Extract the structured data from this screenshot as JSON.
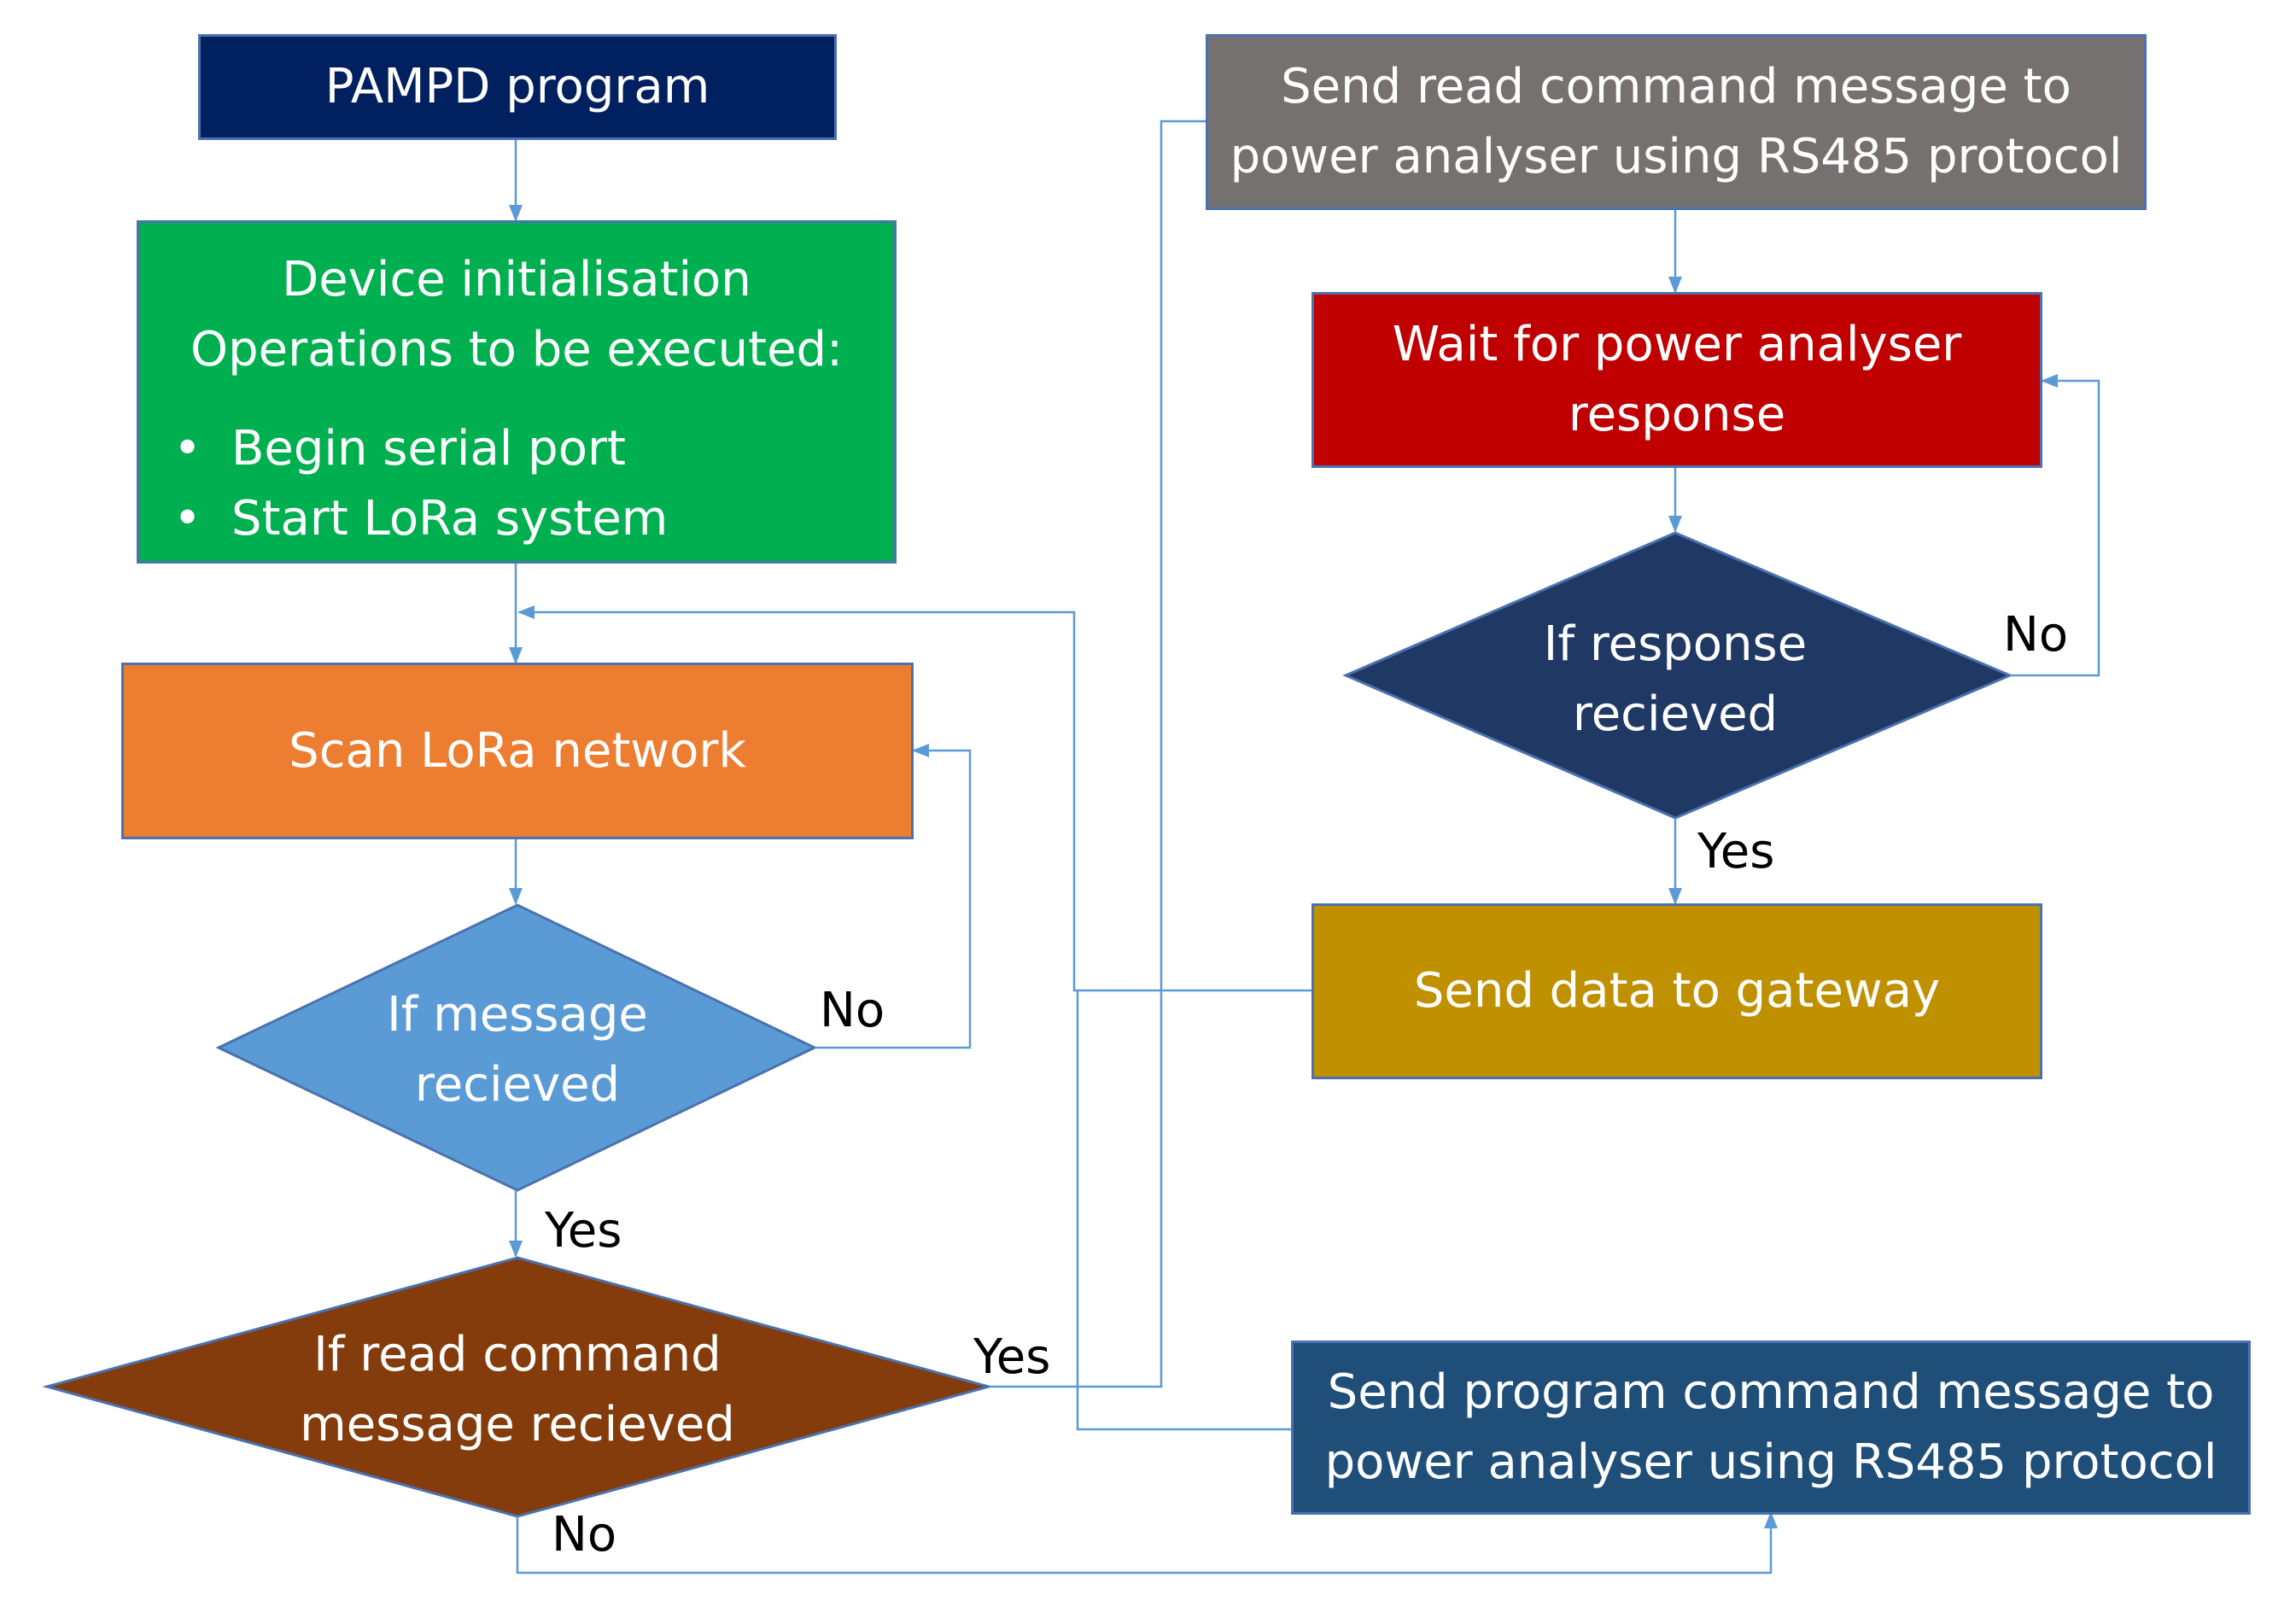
{
  "colors": {
    "navy": "#002060",
    "green": "#00b050",
    "orange": "#ed7d31",
    "light_blue": "#5b9bd5",
    "brown": "#843c0c",
    "gray": "#767171",
    "red": "#c00000",
    "dark_navy": "#203864",
    "gold": "#bf9000",
    "steel_blue": "#1f4e79",
    "connector": "#5b9bd5",
    "border": "#4a72b0"
  },
  "nodes": {
    "start": {
      "lines": [
        "PAMPD program"
      ]
    },
    "init": {
      "lines": [
        "Device initialisation",
        "Operations to be executed:"
      ],
      "bullet": "•",
      "bullets": [
        "Begin serial port",
        "Start LoRa system"
      ]
    },
    "scan": {
      "lines": [
        "Scan LoRa network"
      ]
    },
    "msg_decision": {
      "lines": [
        "If message",
        "recieved"
      ]
    },
    "read_decision": {
      "lines": [
        "If read command",
        "message recieved"
      ]
    },
    "send_read": {
      "lines": [
        "Send read command message to",
        "power analyser using RS485 protocol"
      ]
    },
    "wait": {
      "lines": [
        "Wait for power analyser",
        "response"
      ]
    },
    "resp_decision": {
      "lines": [
        "If response",
        "recieved"
      ]
    },
    "send_data": {
      "lines": [
        "Send data to gateway"
      ]
    },
    "send_program": {
      "lines": [
        "Send program command message to",
        "power analyser using RS485 protocol"
      ]
    }
  },
  "edge_labels": {
    "msg_no": "No",
    "msg_yes": "Yes",
    "read_yes": "Yes",
    "read_no": "No",
    "resp_no": "No",
    "resp_yes": "Yes"
  }
}
